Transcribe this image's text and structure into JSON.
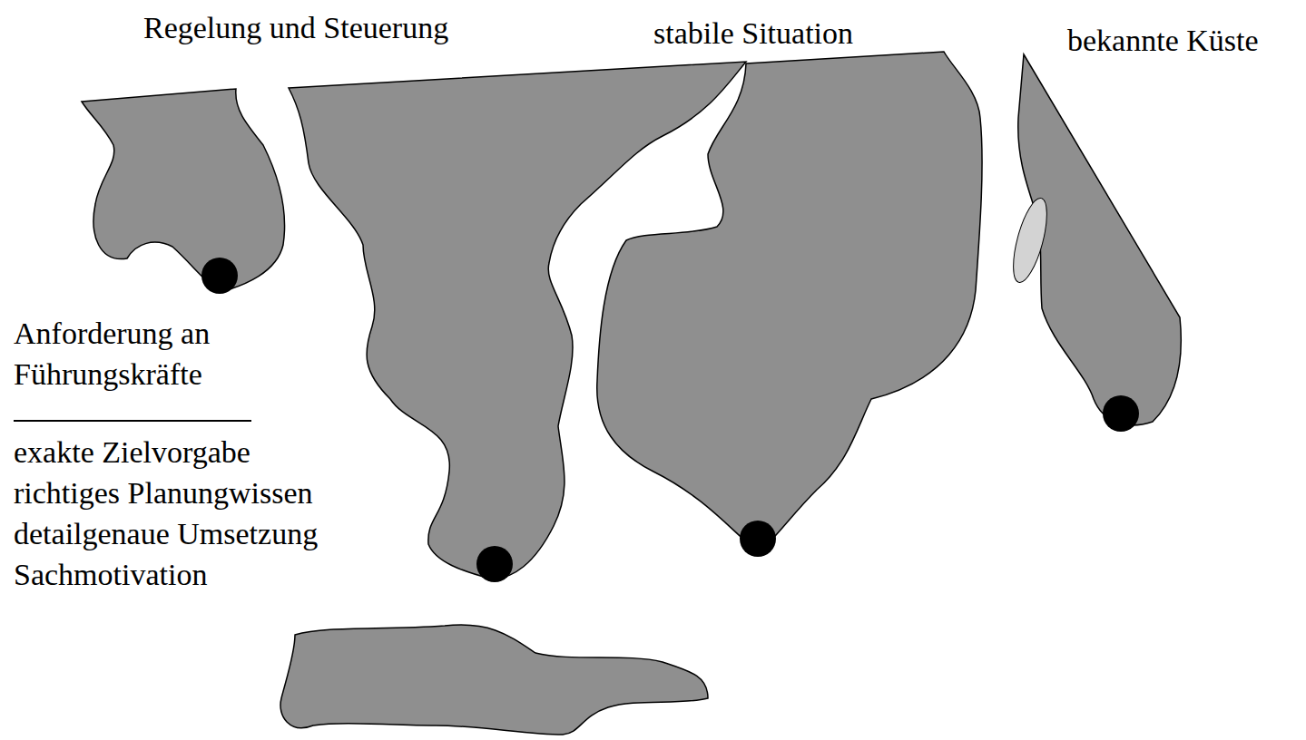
{
  "diagram": {
    "labels": [
      "Regelung und Steuerung",
      "stabile Situation",
      "bekannte Küste",
      "Anforderung an Führungskräfte",
      "exakte Zielvorgabe",
      "richtiges Planungwissen",
      "detailgenaue Umsetzung",
      "Sachmotivation"
    ]
  }
}
